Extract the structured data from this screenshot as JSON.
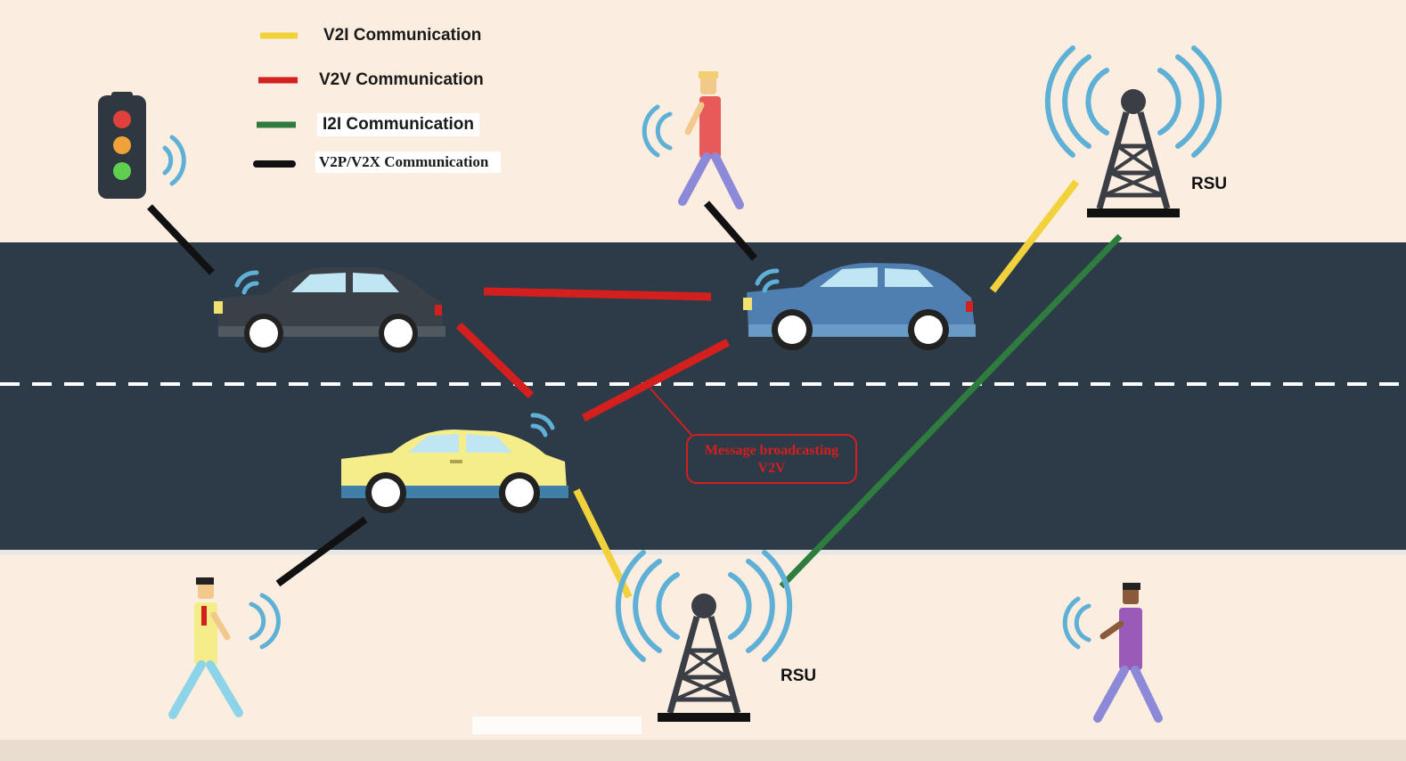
{
  "legend": {
    "items": [
      {
        "label": "V2I Communication",
        "color": "#f2d23c"
      },
      {
        "label": "V2V Communication",
        "color": "#d3201e"
      },
      {
        "label": "I2I Communication",
        "color": "#2e7d3f"
      },
      {
        "label": "V2P/V2X Communication",
        "color": "#111111"
      }
    ]
  },
  "rsu": {
    "top_label": "RSU",
    "bottom_label": "RSU"
  },
  "callout": {
    "line1": "Message broadcasting",
    "line2": "V2V"
  },
  "colors": {
    "background": "#fbeee0",
    "road": "#2d3a47",
    "signal_wave": "#5fb0d6",
    "tower": "#3b3f45"
  }
}
